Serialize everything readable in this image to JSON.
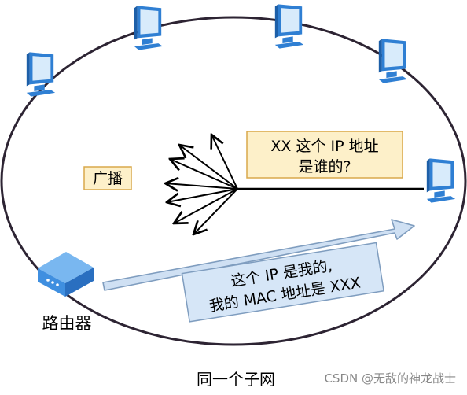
{
  "question_box": {
    "line1": "XX 这个 IP 地址",
    "line2": "是谁的?"
  },
  "broadcast_label": "广播",
  "reply_box": {
    "line1": "这个 IP 是我的,",
    "line2": "我的 MAC 地址是 XXX"
  },
  "router_label": "路由器",
  "subnet_caption": "同一个子网",
  "watermark": "CSDN @无敌的神龙战士",
  "colors": {
    "ring": "#2d2433",
    "monitor_blue": "#2f7fd3",
    "monitor_light": "#d8ebfb",
    "note_fill": "#fdf0c9",
    "note_border": "#d9a84b",
    "reply_fill": "#d6e6f7",
    "reply_border": "#7f9dbf",
    "router_blue": "#3f8fe0",
    "watermark": "#888888"
  },
  "icons": [
    "monitor-icon",
    "router-icon"
  ]
}
